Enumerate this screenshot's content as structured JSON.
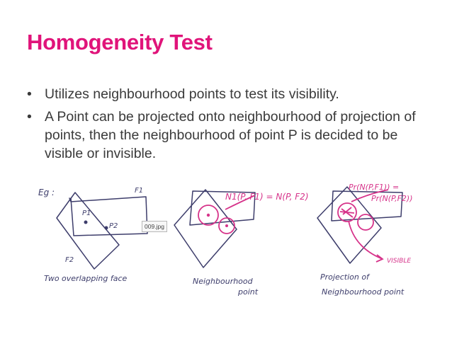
{
  "title": "Homogeneity Test",
  "bullets": [
    "Utilizes neighbourhood points to test its visibility.",
    "A Point can be projected onto neighbourhood of projection of points, then the neighbourhood of point P is decided to be visible or invisible."
  ],
  "bullet_glyph": "•",
  "tooltip": "009.jpg",
  "sketch": {
    "eg": "Eg :",
    "fig1": {
      "f1": "F1",
      "f2": "F2",
      "p1": "P1",
      "p2": "P2",
      "caption": "Two overlapping face"
    },
    "fig2": {
      "formula": "N1(P, F1) = N(P, F2)",
      "caption_line1": "Neighbourhood",
      "caption_line2": "point"
    },
    "fig3": {
      "line1": "Pr(N(P,F1)) =",
      "line2": "Pr(N(P,F2))",
      "visible": "VISIBLE",
      "caption_line1": "Projection of",
      "caption_line2": "Neighbourhood point"
    }
  },
  "colors": {
    "title": "#e0147a",
    "text": "#3a3a3a",
    "ink": "#3d3d6b",
    "pink": "#d6338a"
  }
}
